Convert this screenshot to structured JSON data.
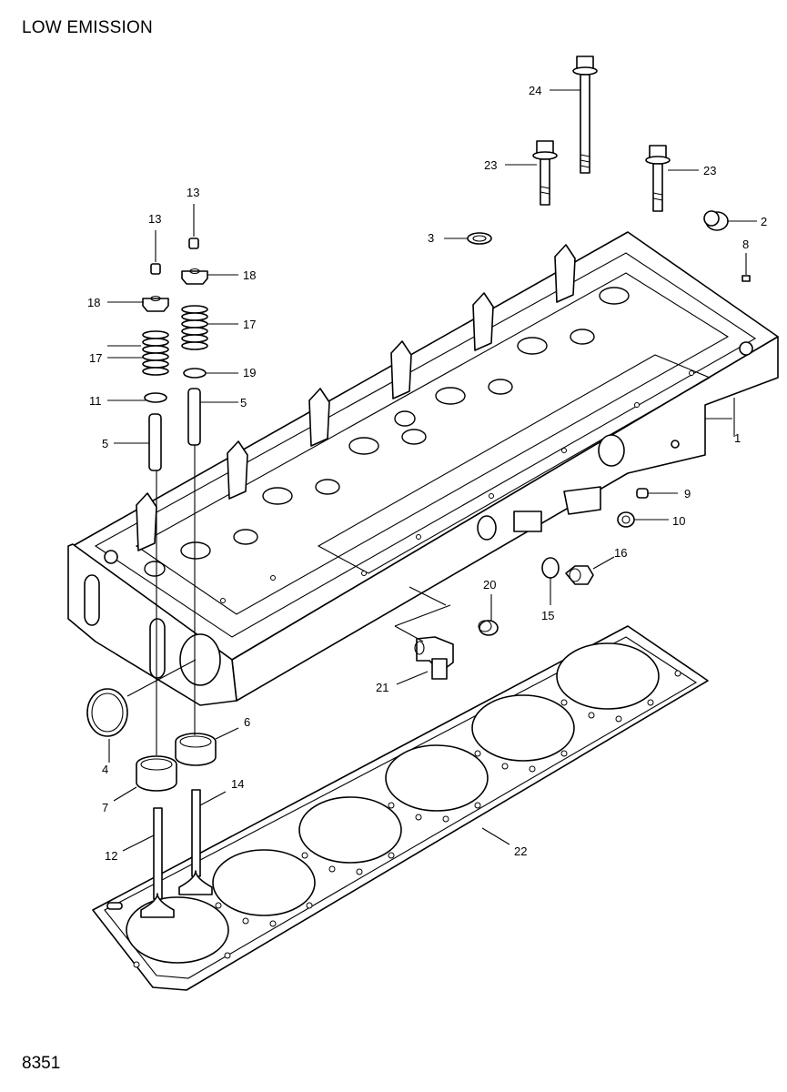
{
  "header": {
    "title": "LOW EMISSION"
  },
  "footer": {
    "code": "8351"
  },
  "callouts": {
    "c1": "1",
    "c2": "2",
    "c3": "3",
    "c4": "4",
    "c5a": "5",
    "c5b": "5",
    "c6": "6",
    "c7": "7",
    "c8": "8",
    "c9": "9",
    "c10": "10",
    "c11": "11",
    "c12": "12",
    "c13a": "13",
    "c13b": "13",
    "c14": "14",
    "c15": "15",
    "c16": "16",
    "c17a": "17",
    "c17b": "17",
    "c18a": "18",
    "c18b": "18",
    "c19": "19",
    "c20": "20",
    "c21": "21",
    "c22": "22",
    "c23a": "23",
    "c23b": "23",
    "c24": "24"
  }
}
